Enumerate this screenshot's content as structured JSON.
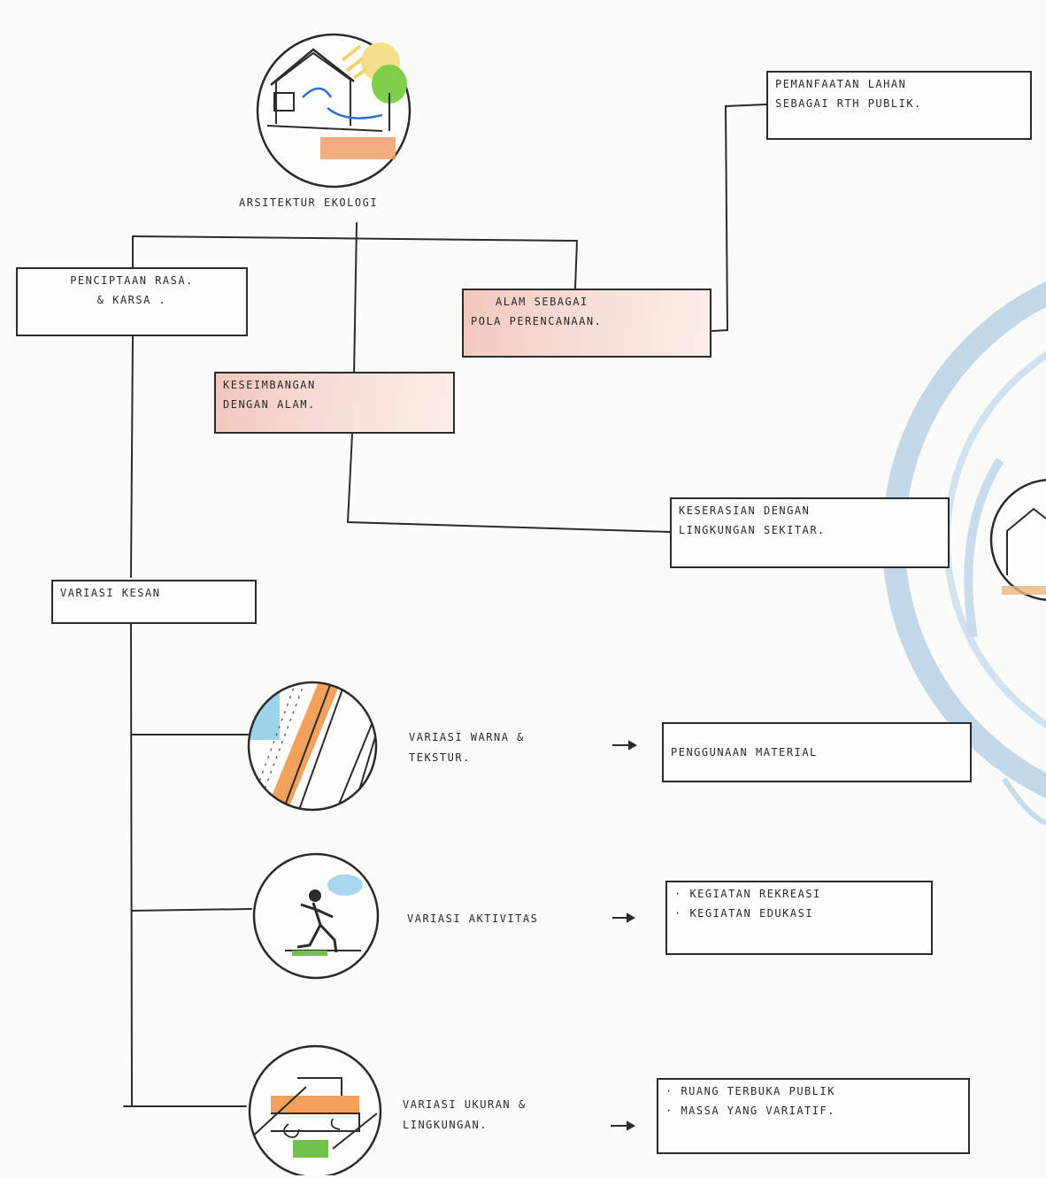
{
  "diagram": {
    "root_label": "ARSITEKTUR EKOLOGI",
    "branches": {
      "penciptaan": [
        "PENCIPTAAN RASA.",
        "& KARSA ."
      ],
      "kesimbangan": [
        "KESEIMBANGAN",
        "DENGAN ALAM."
      ],
      "alam": [
        "ALAM SEBAGAI",
        "POLA PERENCANAAN."
      ],
      "pemanfaatan": [
        "PEMANFAATAN LAHAN",
        "SEBAGAI RTH PUBLIK."
      ],
      "keserasian": [
        "KESERASIAN DENGAN",
        "LINGKUNGAN SEKITAR."
      ],
      "variasi_kesan": "VARIASI KESAN"
    },
    "rows": [
      {
        "caption": [
          "VARIASI WARNA &",
          "TEKSTUR."
        ],
        "items": [
          "PENGGUNAAN MATERIAL"
        ]
      },
      {
        "caption": [
          "VARIASI AKTIVITAS"
        ],
        "items": [
          "· KEGIATAN REKREASI",
          "· KEGIATAN EDUKASI"
        ]
      },
      {
        "caption": [
          "VARIASI UKURAN &",
          "LINGKUNGAN."
        ],
        "items": [
          "· RUANG TERBUKA PUBLIK",
          "· MASSA YANG VARIATIF."
        ]
      }
    ],
    "arrow_glyph": "→"
  },
  "icons": [
    "house-ecology-sketch",
    "material-texture-sketch",
    "running-figure-sketch",
    "landscape-sketch",
    "house-sketch-partial",
    "university-seal-watermark"
  ],
  "colors": {
    "ink": "#2b2b2b",
    "highlight": "#f3c7bd",
    "watermark": "#b9d3e6"
  }
}
